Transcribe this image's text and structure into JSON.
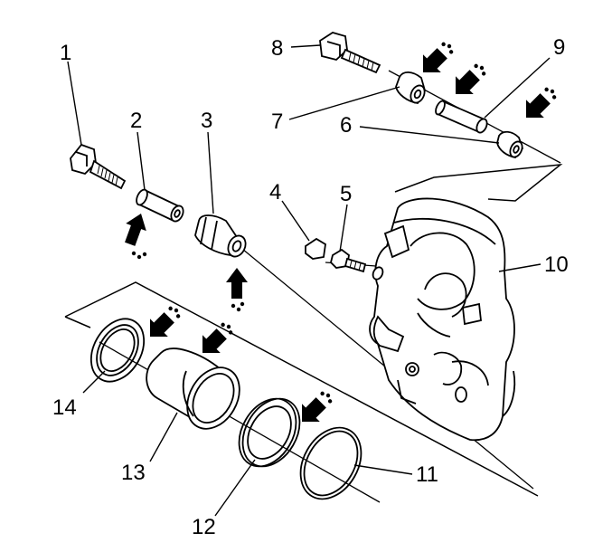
{
  "callouts": [
    {
      "id": "c1",
      "text": "1"
    },
    {
      "id": "c2",
      "text": "2"
    },
    {
      "id": "c3",
      "text": "3"
    },
    {
      "id": "c4",
      "text": "4"
    },
    {
      "id": "c5",
      "text": "5"
    },
    {
      "id": "c6",
      "text": "6"
    },
    {
      "id": "c7",
      "text": "7"
    },
    {
      "id": "c8",
      "text": "8"
    },
    {
      "id": "c9",
      "text": "9"
    },
    {
      "id": "c10",
      "text": "10"
    },
    {
      "id": "c11",
      "text": "11"
    },
    {
      "id": "c12",
      "text": "12"
    },
    {
      "id": "c13",
      "text": "13"
    },
    {
      "id": "c14",
      "text": "14"
    }
  ],
  "icons": {
    "lubricant_arrow": "grease-arrow-icon"
  }
}
